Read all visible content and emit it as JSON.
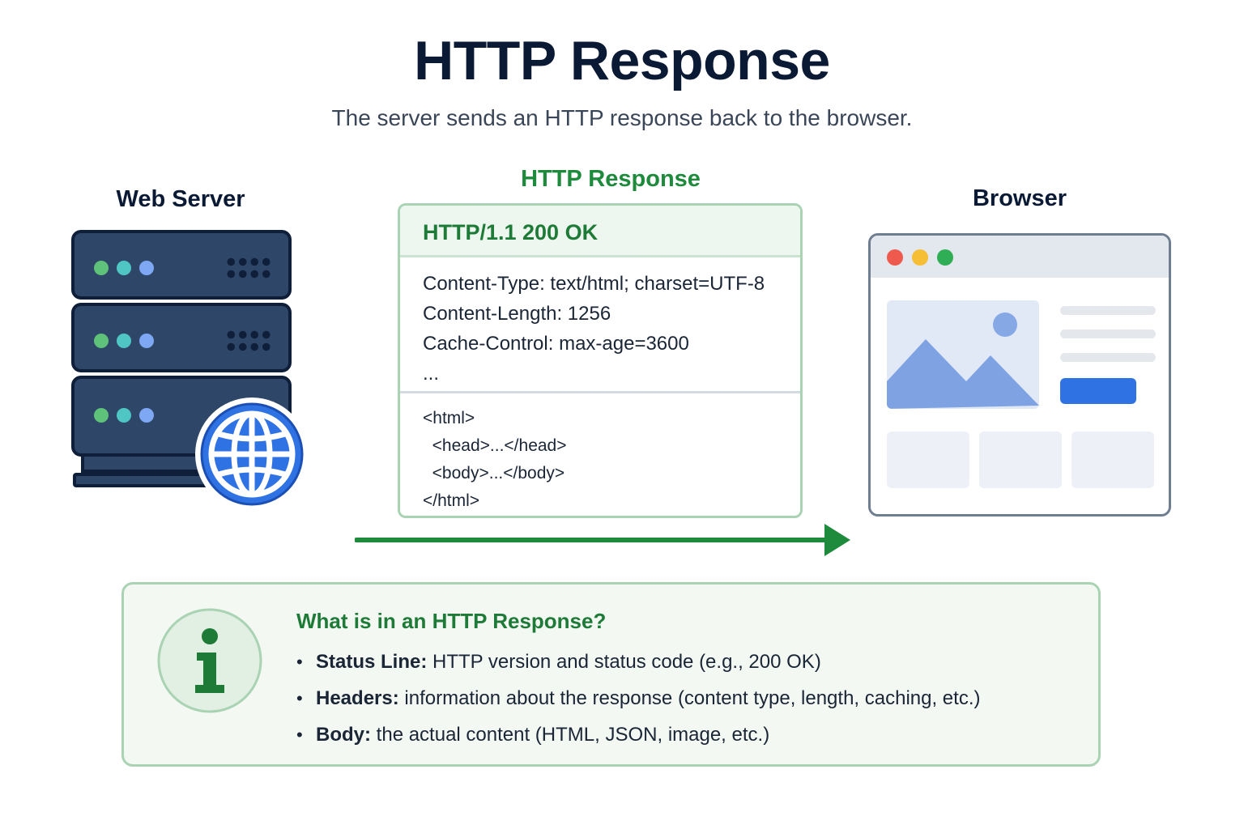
{
  "header": {
    "title": "HTTP Response",
    "subtitle": "The server sends an HTTP response back to the browser."
  },
  "server": {
    "label": "Web Server",
    "icon": "globe-icon"
  },
  "browser": {
    "label": "Browser"
  },
  "response": {
    "label": "HTTP Response",
    "status_line": "HTTP/1.1  200 OK",
    "headers": [
      "Content-Type:  text/html; charset=UTF-8",
      "Content-Length:  1256",
      "Cache-Control:  max-age=3600",
      "..."
    ],
    "body": [
      "<html>",
      "  <head>...</head>",
      "  <body>...</body>",
      "</html>"
    ]
  },
  "info": {
    "title": "What is in an HTTP Response?",
    "items": [
      {
        "key": "Status Line:",
        "text": "HTTP version and status code (e.g., 200 OK)"
      },
      {
        "key": "Headers:",
        "text": "information about the response (content type, length, caching, etc.)"
      },
      {
        "key": "Body:",
        "text": "the actual content (HTML, JSON, image, etc.)"
      }
    ]
  },
  "colors": {
    "accent_green": "#1e8a3c",
    "server_blue": "#2e4668",
    "globe_blue": "#2f72e4",
    "browser_button": "#2f72e4"
  }
}
